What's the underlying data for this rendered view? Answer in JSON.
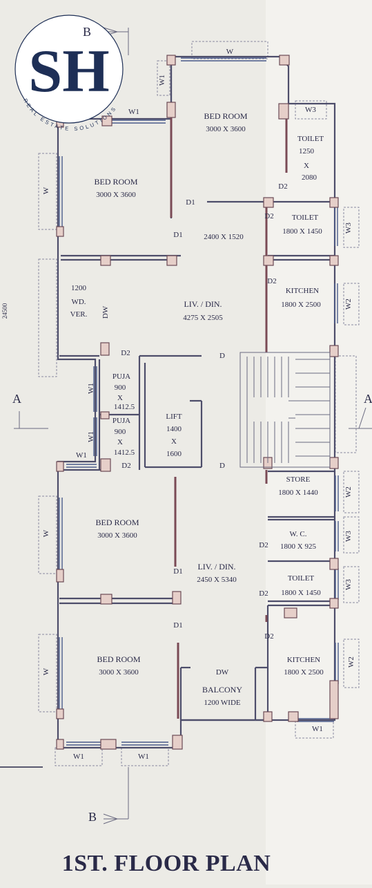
{
  "logo": {
    "letters": "SH",
    "tagline": "REAL ESTATE SOLUTIONS"
  },
  "title": "1ST. FLOOR PLAN",
  "overall_dimension": "24500",
  "section_markers": {
    "top": "B",
    "bottom": "B",
    "left": "A",
    "right": "A"
  },
  "rooms": {
    "bed1": {
      "name": "BED ROOM",
      "size": "3000 X 3600"
    },
    "bed2": {
      "name": "BED ROOM",
      "size": "3000 X 3600"
    },
    "toilet1": {
      "name": "TOILET",
      "w": "1250",
      "x": "X",
      "h": "2080"
    },
    "toilet2": {
      "name": "TOILET",
      "size": "1800 X 1450"
    },
    "passage": {
      "size": "2400 X 1520"
    },
    "wd": {
      "size": "1200",
      "l1": "WD.",
      "l2": "VER."
    },
    "dw_left": "DW",
    "liv1": {
      "name": "LIV. / DIN.",
      "size": "4275 X 2505"
    },
    "kitchen1": {
      "name": "KITCHEN",
      "size": "1800 X 2500"
    },
    "puja1": {
      "name": "PUJA",
      "w": "900",
      "x": "X",
      "h": "1412.5"
    },
    "puja2": {
      "name": "PUJA",
      "w": "900",
      "x": "X",
      "h": "1412.5"
    },
    "lift": {
      "name": "LIFT",
      "w": "1400",
      "x": "X",
      "h": "1600"
    },
    "store": {
      "name": "STORE",
      "size": "1800 X 1440"
    },
    "wc": {
      "name": "W. C.",
      "size": "1800 X 925"
    },
    "bed3": {
      "name": "BED ROOM",
      "size": "3000 X 3600"
    },
    "liv2": {
      "name": "LIV. / DIN.",
      "size": "2450 X 5340"
    },
    "toilet3": {
      "name": "TOILET",
      "size": "1800 X 1450"
    },
    "bed4": {
      "name": "BED ROOM",
      "size": "3000 X 3600"
    },
    "balcony": {
      "dw": "DW",
      "name": "BALCONY",
      "size": "1200 WIDE"
    },
    "kitchen2": {
      "name": "KITCHEN",
      "size": "1800 X 2500"
    }
  },
  "openings": {
    "w": "W",
    "w1": "W1",
    "w2": "W2",
    "w3": "W3",
    "d": "D",
    "d1": "D1",
    "d2": "D2"
  }
}
